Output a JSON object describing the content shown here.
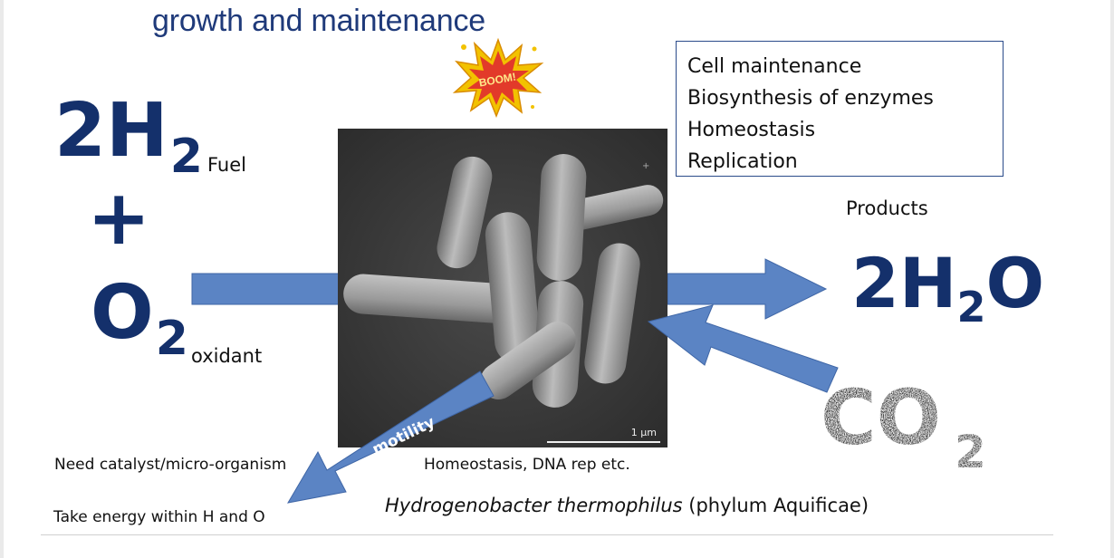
{
  "title": "growth and maintenance",
  "boom_text": "BOOM!",
  "reactants": {
    "h2_main": "2H",
    "h2_sub": "2",
    "plus": "+",
    "o2_main": "O",
    "o2_sub": "2",
    "fuel_label": "Fuel",
    "oxidant_label": "oxidant"
  },
  "box_lines": [
    "Cell maintenance",
    "Biosynthesis of enzymes",
    "Homeostasis",
    "Replication"
  ],
  "products": {
    "label": "Products",
    "h2o_a": "2H",
    "h2o_sub": "2",
    "h2o_b": "O"
  },
  "co2_text": "CO",
  "co2_sub": "2",
  "motility_label": "motility",
  "scale_label": "1 µm",
  "notes": {
    "catalyst": "Need catalyst/micro-organism",
    "take_energy": "Take energy within H and O",
    "homeostasis": "Homeostasis, DNA rep etc."
  },
  "caption": {
    "species": "Hydrogenobacter thermophilus",
    "phylum": " (phylum Aquificae)"
  },
  "colors": {
    "arrow": "#5b84c4",
    "arrow_stroke": "#3f66a6",
    "navy": "#14306b",
    "title": "#1f3a7a"
  }
}
